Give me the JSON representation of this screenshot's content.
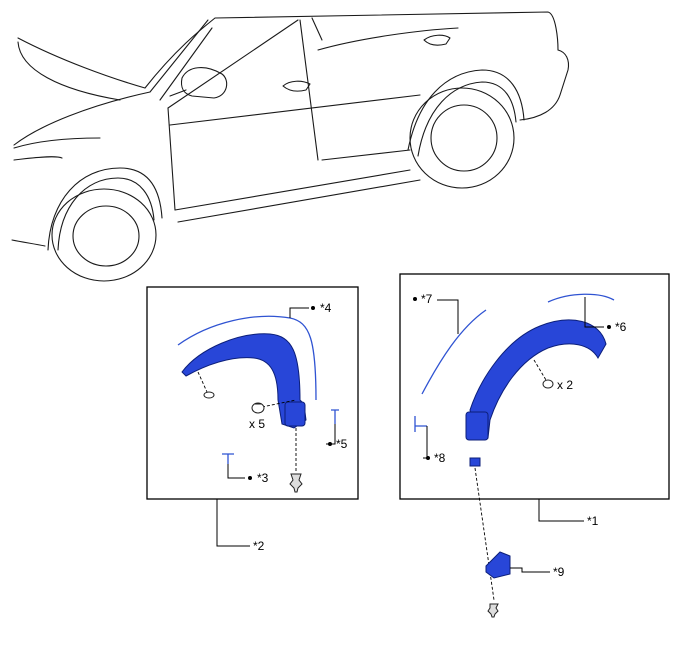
{
  "colors": {
    "part": "#2846d8",
    "part_edge": "#0c1f7a",
    "tape": "#2f53d2",
    "line": "#000000"
  },
  "labels": {
    "c1": "*1",
    "c2": "*2",
    "c3": "*3",
    "c4": "*4",
    "c5": "*5",
    "c6": "*6",
    "c7": "*7",
    "c8": "*8",
    "c9": "*9",
    "qty_left": "x 5",
    "qty_right": "x 2"
  }
}
